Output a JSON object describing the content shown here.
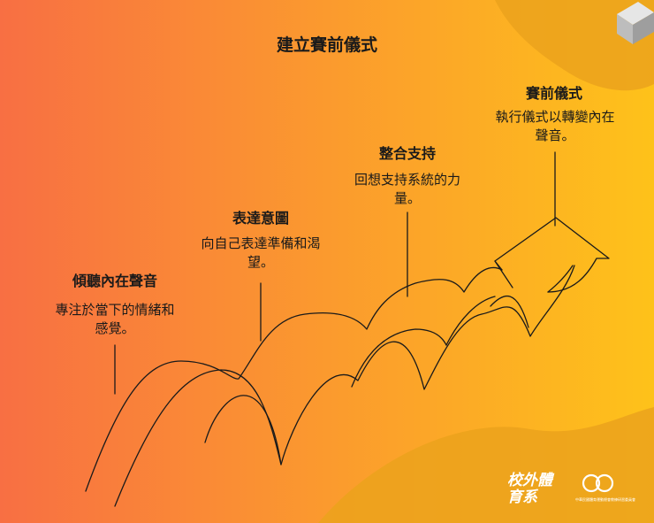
{
  "diagram": {
    "title": "建立賽前儀式",
    "steps": [
      {
        "title": "傾聽內在聲音",
        "desc": "專注於當下的情緒和感覺。"
      },
      {
        "title": "表達意圖",
        "desc": "向自己表達準備和渴望。"
      },
      {
        "title": "整合支持",
        "desc": "回想支持系統的力量。"
      },
      {
        "title": "賽前儀式",
        "desc": "執行儀式以轉變內在聲音。"
      }
    ]
  },
  "branding": {
    "logo_text": "校外體育系",
    "org_subtitle": "中華民國體育運動總會教練研習委員會"
  },
  "colors": {
    "gradient_left": "#f86f43",
    "gradient_right": "#fec21a",
    "blob": "#e89a1a",
    "line": "#1a1a1a"
  }
}
